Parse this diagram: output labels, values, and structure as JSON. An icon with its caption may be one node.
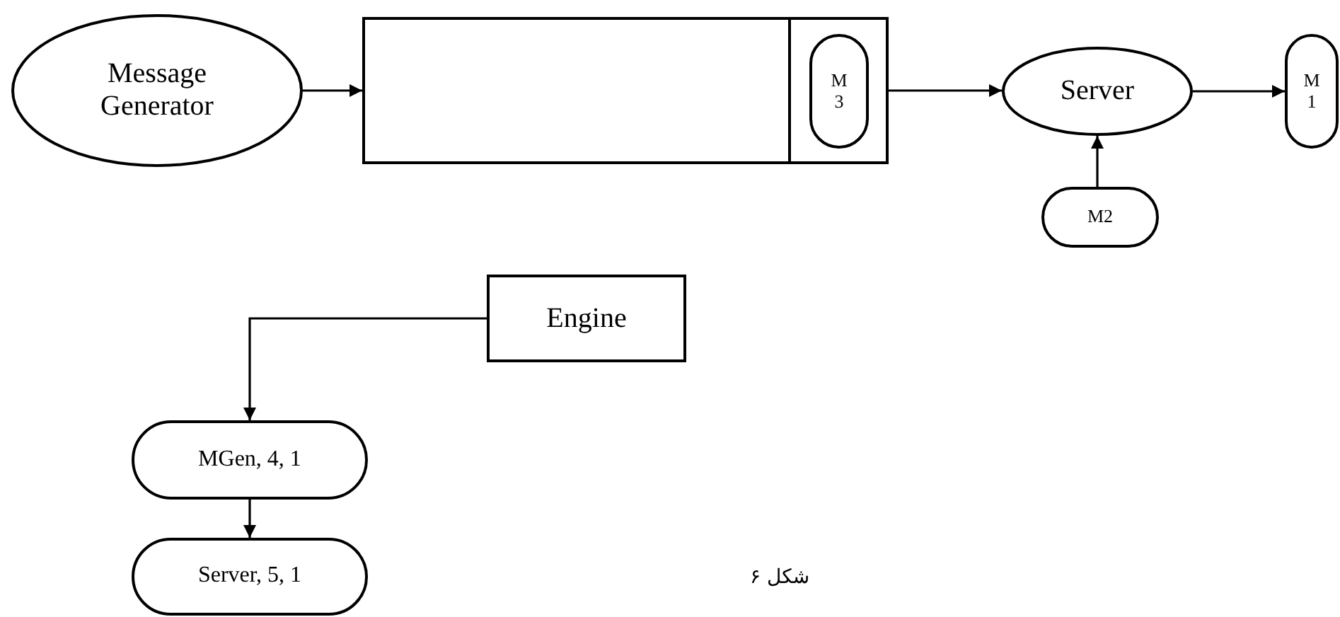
{
  "diagram": {
    "caption": "شکل ۶",
    "nodes": [
      {
        "text": [
          "Message Generator"
        ]
      },
      {
        "text": [],
        "shape": "box"
      },
      {
        "text": [
          "M 3"
        ],
        "in": 1
      },
      {
        "text": [
          "Server"
        ]
      },
      {
        "text": [
          "M 1"
        ]
      },
      {
        "text": [
          "M2"
        ]
      },
      {
        "text": [
          "Engine"
        ]
      },
      {
        "text": [
          "MGen, 4, 1"
        ]
      },
      {
        "text": [
          "Server, 5, 1"
        ]
      }
    ],
    "edges": [
      {
        "from": 0,
        "to": 1,
        "arrow": "to"
      },
      {
        "from": 1,
        "to": 3,
        "arrow": "to"
      },
      {
        "from": 3,
        "to": 4,
        "arrow": "to"
      },
      {
        "from": 5,
        "to": 3,
        "arrow": "to"
      },
      {
        "from": 6,
        "to": 7,
        "arrow": "to"
      },
      {
        "from": 7,
        "to": 8,
        "arrow": "to"
      }
    ]
  }
}
